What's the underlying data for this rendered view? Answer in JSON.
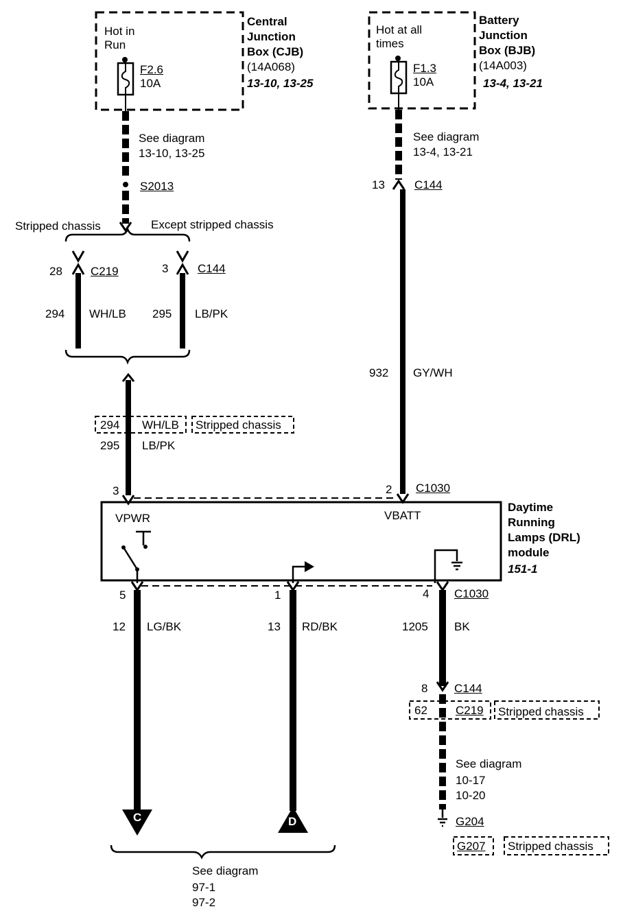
{
  "cjb": {
    "hot_label_1": "Hot in",
    "hot_label_2": "Run",
    "fuse_id": "F2.6",
    "fuse_rating": "10A",
    "name_1": "Central",
    "name_2": "Junction",
    "name_3": "Box (CJB)",
    "part": "(14A068)",
    "refs": "13-10, 13-25"
  },
  "bjb": {
    "hot_label_1": "Hot at all",
    "hot_label_2": "times",
    "fuse_id": "F1.3",
    "fuse_rating": "10A",
    "name_1": "Battery",
    "name_2": "Junction",
    "name_3": "Box (BJB)",
    "part": "(14A003)",
    "refs": "13-4, 13-21"
  },
  "left_branch": {
    "see_diagram": "See diagram",
    "see_refs": "13-10, 13-25",
    "splice": "S2013",
    "stripped": "Stripped chassis",
    "except": "Except stripped chassis",
    "c219_pin": "28",
    "c219": "C219",
    "c144_pin": "3",
    "c144": "C144",
    "wire_a_num": "294",
    "wire_a_color": "WH/LB",
    "wire_b_num": "295",
    "wire_b_color": "LB/PK",
    "merged_a_num": "294",
    "merged_a_color": "WH/LB",
    "merged_a_note": "Stripped chassis",
    "merged_b_num": "295",
    "merged_b_color": "LB/PK",
    "module_pin": "3"
  },
  "right_branch": {
    "see_diagram": "See diagram",
    "see_refs": "13-4, 13-21",
    "c144_pin": "13",
    "c144": "C144",
    "wire_num": "932",
    "wire_color": "GY/WH",
    "module_pin": "2",
    "connector": "C1030"
  },
  "module": {
    "vpwr": "VPWR",
    "vbatt": "VBATT",
    "name_1": "Daytime",
    "name_2": "Running",
    "name_3": "Lamps (DRL)",
    "name_4": "module",
    "ref": "151-1"
  },
  "outputs": {
    "pin5": "5",
    "pin5_num": "12",
    "pin5_color": "LG/BK",
    "pin1": "1",
    "pin1_num": "13",
    "pin1_color": "RD/BK",
    "pin4": "4",
    "connector": "C1030",
    "pin4_num": "1205",
    "pin4_color": "BK",
    "c144_pin": "8",
    "c144": "C144",
    "c219_pin": "62",
    "c219": "C219",
    "c219_note": "Stripped chassis",
    "see_diagram": "See diagram",
    "see_ref_1": "10-17",
    "see_ref_2": "10-20",
    "ground_1": "G204",
    "ground_2": "G207",
    "ground_2_note": "Stripped chassis",
    "off_c": "C",
    "off_d": "D",
    "bottom_see": "See diagram",
    "bottom_ref_1": "97-1",
    "bottom_ref_2": "97-2"
  }
}
